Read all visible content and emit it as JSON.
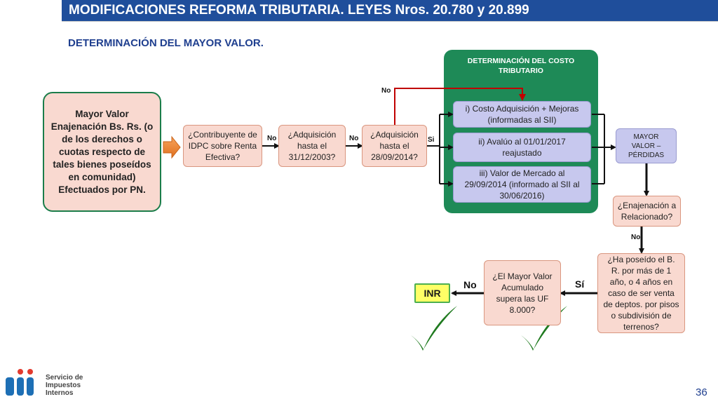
{
  "header": {
    "title": "MODIFICACIONES REFORMA TRIBUTARIA. LEYES Nros. 20.780 y 20.899",
    "subtitle": "DETERMINACIÓN DEL MAYOR VALOR."
  },
  "panel": {
    "heading": "DETERMINACIÓN DEL COSTO TRIBUTARIO",
    "option1": "i) Costo Adquisición + Mejoras (informadas al SII)",
    "option2": "ii) Avalúo al 01/01/2017 reajustado",
    "option3": "iii) Valor de Mercado al 29/09/2014 (informado al SII al 30/06/2016)"
  },
  "flow": {
    "main": "Mayor Valor Enajenación Bs. Rs. (o de los derechos o cuotas respecto de tales bienes poseídos en comunidad) Efectuados por PN.",
    "q1": "¿Contribuyente de IDPC sobre Renta Efectiva?",
    "q2": "¿Adquisición hasta el 31/12/2003?",
    "q3": "¿Adquisición hasta el 28/09/2014?",
    "result": "MAYOR VALOR – PÉRDIDAS",
    "q4": "¿Enajenación a Relacionado?",
    "q5": "¿Ha poseído el B. R. por más de 1 año, o 4 años en caso de ser venta de deptos. por pisos o subdivisión de terrenos?",
    "q6": "¿El Mayor Valor Acumulado supera las UF 8.000?",
    "inr": "INR"
  },
  "labels": {
    "no1": "No",
    "no2": "No",
    "no_top": "No",
    "si": "Si",
    "no_rel": "No",
    "si_big": "Sí",
    "no_big": "No"
  },
  "footer": {
    "logo_line1": "Servicio de",
    "logo_line2": "Impuestos",
    "logo_line3": "Internos",
    "page": "36"
  },
  "colors": {
    "title_bar": "#1f4e9b",
    "panel_green": "#1e8a57",
    "question_fill": "#f9d9d0",
    "option_fill": "#c7c8ee",
    "inr_fill": "#ffff66",
    "no_arrow": "#c00000",
    "checkmark": "#1f7a1f"
  }
}
